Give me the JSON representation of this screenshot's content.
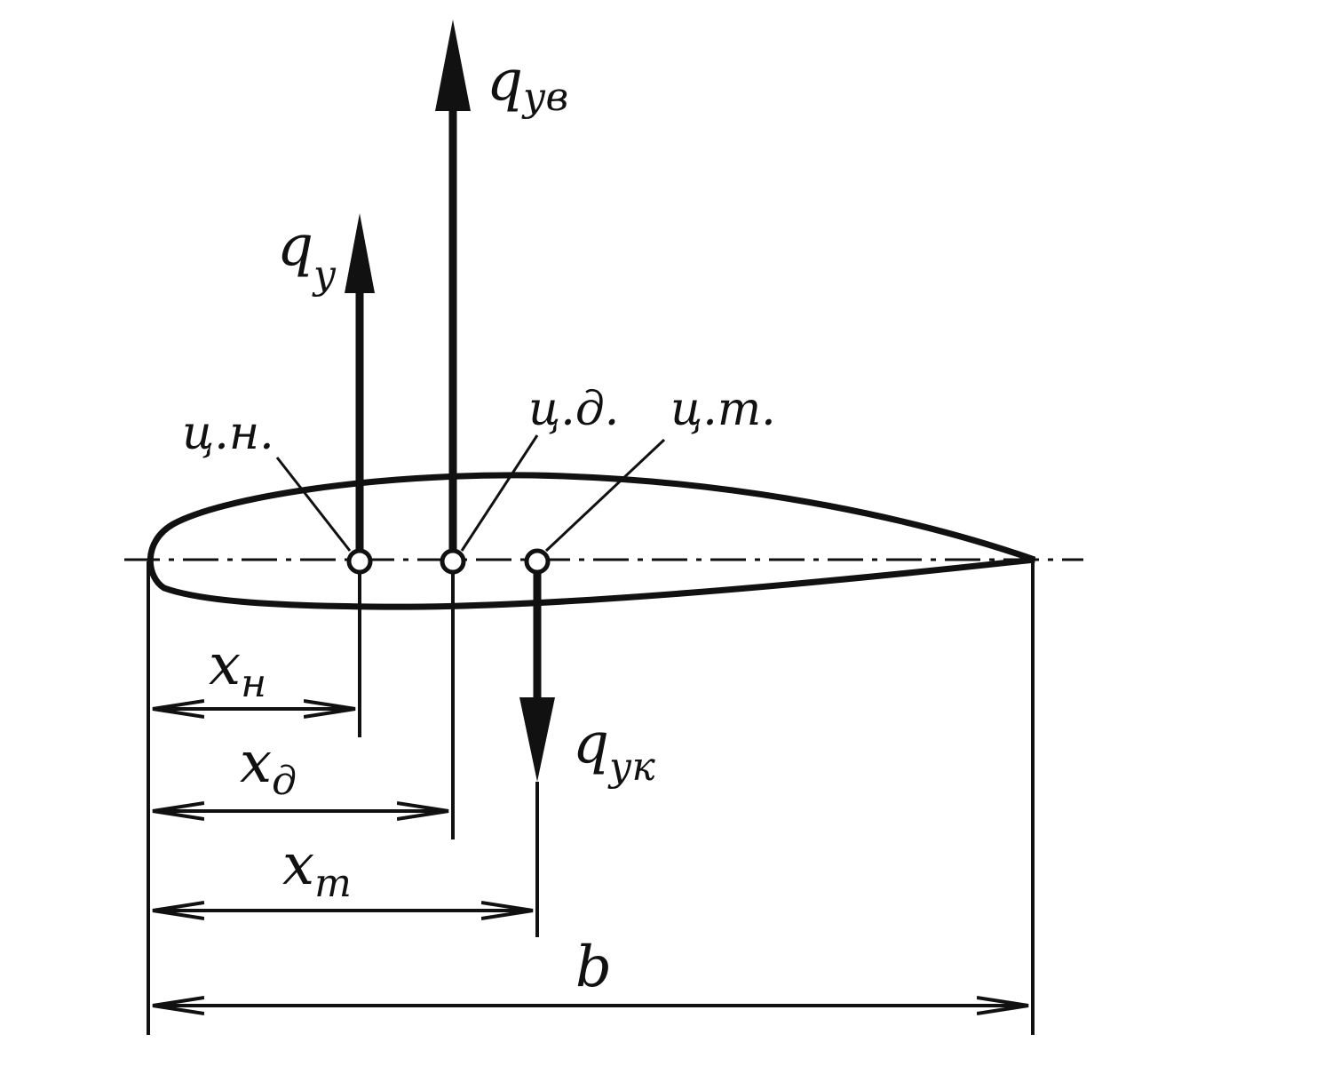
{
  "labels": {
    "force_top": {
      "main": "q",
      "sub": "ув"
    },
    "force_left": {
      "main": "q",
      "sub": "у"
    },
    "force_down": {
      "main": "q",
      "sub": "ук"
    },
    "point_pressure_center": "ц.н.",
    "point_stiffness_center": "ц.д.",
    "point_mass_center": "ц.т.",
    "dim_x_n": {
      "main": "x",
      "sub": "н"
    },
    "dim_x_d": {
      "main": "x",
      "sub": "д"
    },
    "dim_x_t": {
      "main": "x",
      "sub": "т"
    },
    "chord": "b"
  },
  "colors": {
    "ink": "#111111",
    "paper": "#ffffff"
  }
}
